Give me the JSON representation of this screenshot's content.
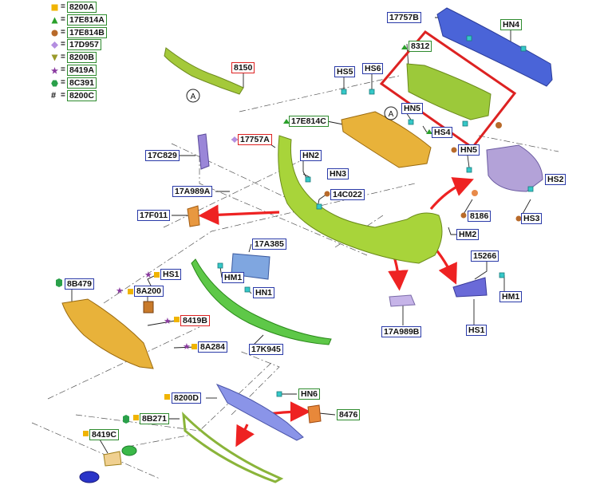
{
  "legend": [
    {
      "symbol": "square",
      "color": "#f0b400",
      "code": "8200A"
    },
    {
      "symbol": "triangle",
      "color": "#2aa02a",
      "code": "17E814A"
    },
    {
      "symbol": "circle",
      "color": "#b86a2a",
      "code": "17E814B"
    },
    {
      "symbol": "diamond",
      "color": "#b48ee0",
      "code": "17D957"
    },
    {
      "symbol": "triangle-down",
      "color": "#9a9a2a",
      "code": "8200B"
    },
    {
      "symbol": "star",
      "color": "#8a3aa0",
      "code": "8419A"
    },
    {
      "symbol": "hexagon",
      "color": "#2aa04a",
      "code": "8C391"
    },
    {
      "symbol": "hash",
      "color": "#111111",
      "code": "8200C"
    }
  ],
  "legend_eq": "=",
  "reference_mark": "A",
  "colors": {
    "blue_label": "#2a3aa8",
    "green_label": "#2e8b2e",
    "red_label": "#dd2222",
    "highlight_box": "#dd2222",
    "arrow": "#e22222"
  },
  "callouts": {
    "p8150": "8150",
    "p17757B": "17757B",
    "hn4_top": "HN4",
    "p17E814C": "17E814C",
    "hs5": "HS5",
    "hs6": "HS6",
    "p8312": "8312",
    "hn5_mid": "HN5",
    "hs4": "HS4",
    "p17757A": "17757A",
    "p17C829": "17C829",
    "hn2": "HN2",
    "hn3": "HN3",
    "p17A989A": "17A989A",
    "p14C022": "14C022",
    "hn5_right": "HN5",
    "hs2": "HS2",
    "p8186": "8186",
    "hs3": "HS3",
    "hm2": "HM2",
    "p17F011": "17F011",
    "p17A385": "17A385",
    "hm1_left": "HM1",
    "hn1": "HN1",
    "p15266": "15266",
    "hm1_right": "HM1",
    "p8B479": "8B479",
    "hs1_left": "HS1",
    "p8A200": "8A200",
    "p8419B": "8419B",
    "p8A284": "8A284",
    "p17K945": "17K945",
    "p17A989B": "17A989B",
    "hs1_right": "HS1",
    "p8200D": "8200D",
    "hn6": "HN6",
    "p8476": "8476",
    "p8B271": "8B271",
    "p8419C": "8419C"
  }
}
